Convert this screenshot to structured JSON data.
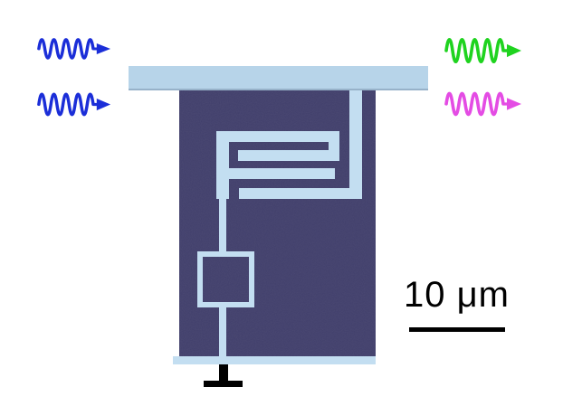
{
  "scale_bar": {
    "label": "10 μm"
  },
  "colors": {
    "background": "#ffffff",
    "substrate": "#413f6c",
    "metal": "#c3def1",
    "feedline": "#b7d4e9",
    "arrow_blue": "#1b2ed8",
    "arrow_green": "#1fd31f",
    "arrow_magenta": "#e44ce4",
    "ink": "#000000"
  },
  "icons": [
    {
      "name": "wave-arrow-icon-blue-upper",
      "color": "arrow_blue",
      "side": "left"
    },
    {
      "name": "wave-arrow-icon-blue-lower",
      "color": "arrow_blue",
      "side": "left"
    },
    {
      "name": "wave-arrow-icon-green",
      "color": "arrow_green",
      "side": "right"
    },
    {
      "name": "wave-arrow-icon-magenta",
      "color": "arrow_magenta",
      "side": "right"
    },
    {
      "name": "ground-icon",
      "color": "ink",
      "position": "bottom"
    }
  ]
}
